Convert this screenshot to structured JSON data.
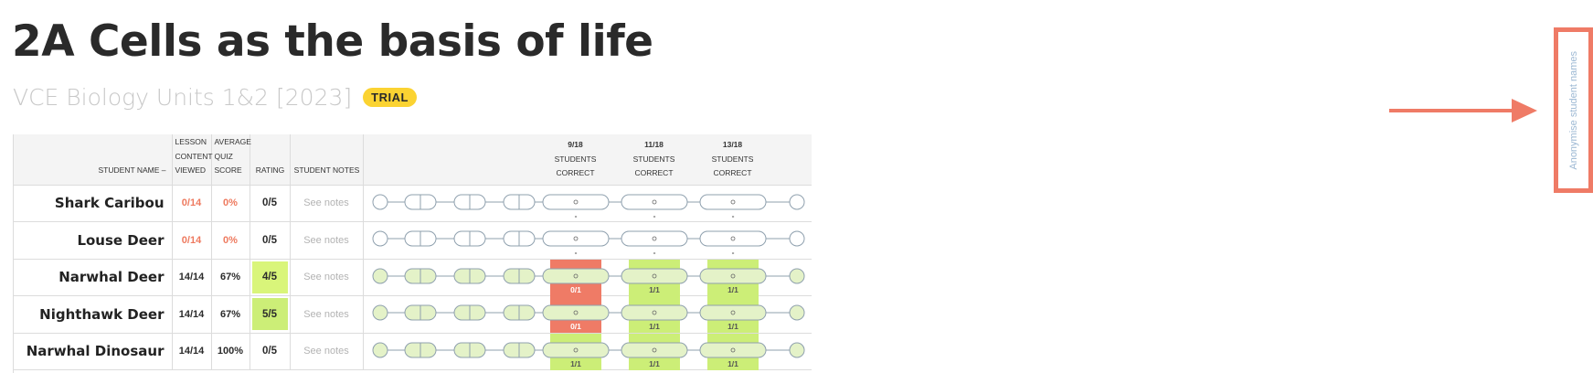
{
  "page": {
    "title": "2A Cells as the basis of life",
    "course": "VCE Biology Units 1&2 [2023]",
    "badge": "TRIAL"
  },
  "table": {
    "headers": {
      "student_name": "STUDENT NAME –",
      "content_viewed": [
        "LESSON",
        "CONTENT",
        "VIEWED"
      ],
      "quiz_score": [
        "AVERAGE",
        "QUIZ",
        "SCORE"
      ],
      "rating": "RATING",
      "notes": "STUDENT NOTES"
    },
    "quiz_headers": [
      {
        "fraction": "9/18",
        "line1": "STUDENTS",
        "line2": "CORRECT"
      },
      {
        "fraction": "11/18",
        "line1": "STUDENTS",
        "line2": "CORRECT"
      },
      {
        "fraction": "13/18",
        "line1": "STUDENTS",
        "line2": "CORRECT"
      }
    ],
    "rows": [
      {
        "name": "Shark Caribou",
        "content": "0/14",
        "quiz": "0%",
        "rating": "0/5",
        "notes": "See notes",
        "active": false,
        "quiz_results": [
          "-",
          "-",
          "-"
        ]
      },
      {
        "name": "Louse Deer",
        "content": "0/14",
        "quiz": "0%",
        "rating": "0/5",
        "notes": "See notes",
        "active": false,
        "quiz_results": [
          "-",
          "-",
          "-"
        ]
      },
      {
        "name": "Narwhal Deer",
        "content": "14/14",
        "quiz": "67%",
        "rating": "4/5",
        "notes": "See notes",
        "active": true,
        "quiz_results": [
          "0/1",
          "1/1",
          "1/1"
        ]
      },
      {
        "name": "Nighthawk Deer",
        "content": "14/14",
        "quiz": "67%",
        "rating": "5/5",
        "notes": "See notes",
        "active": true,
        "quiz_results": [
          "0/1",
          "1/1",
          "1/1"
        ]
      },
      {
        "name": "Narwhal Dinosaur",
        "content": "14/14",
        "quiz": "100%",
        "rating": "0/5",
        "notes": "See notes",
        "active": true,
        "quiz_results": [
          "1/1",
          "1/1",
          "1/1"
        ]
      }
    ]
  },
  "anonymise": {
    "label": "Anonymise student names"
  },
  "colors": {
    "accent": "#ef7b66",
    "badge": "#fbd332",
    "correct": "#ccee77",
    "incorrect": "#ef7b66",
    "zero_text": "#ee7a5f",
    "node_active": "#e4f2c8",
    "node_line": "#8fa0ae"
  }
}
